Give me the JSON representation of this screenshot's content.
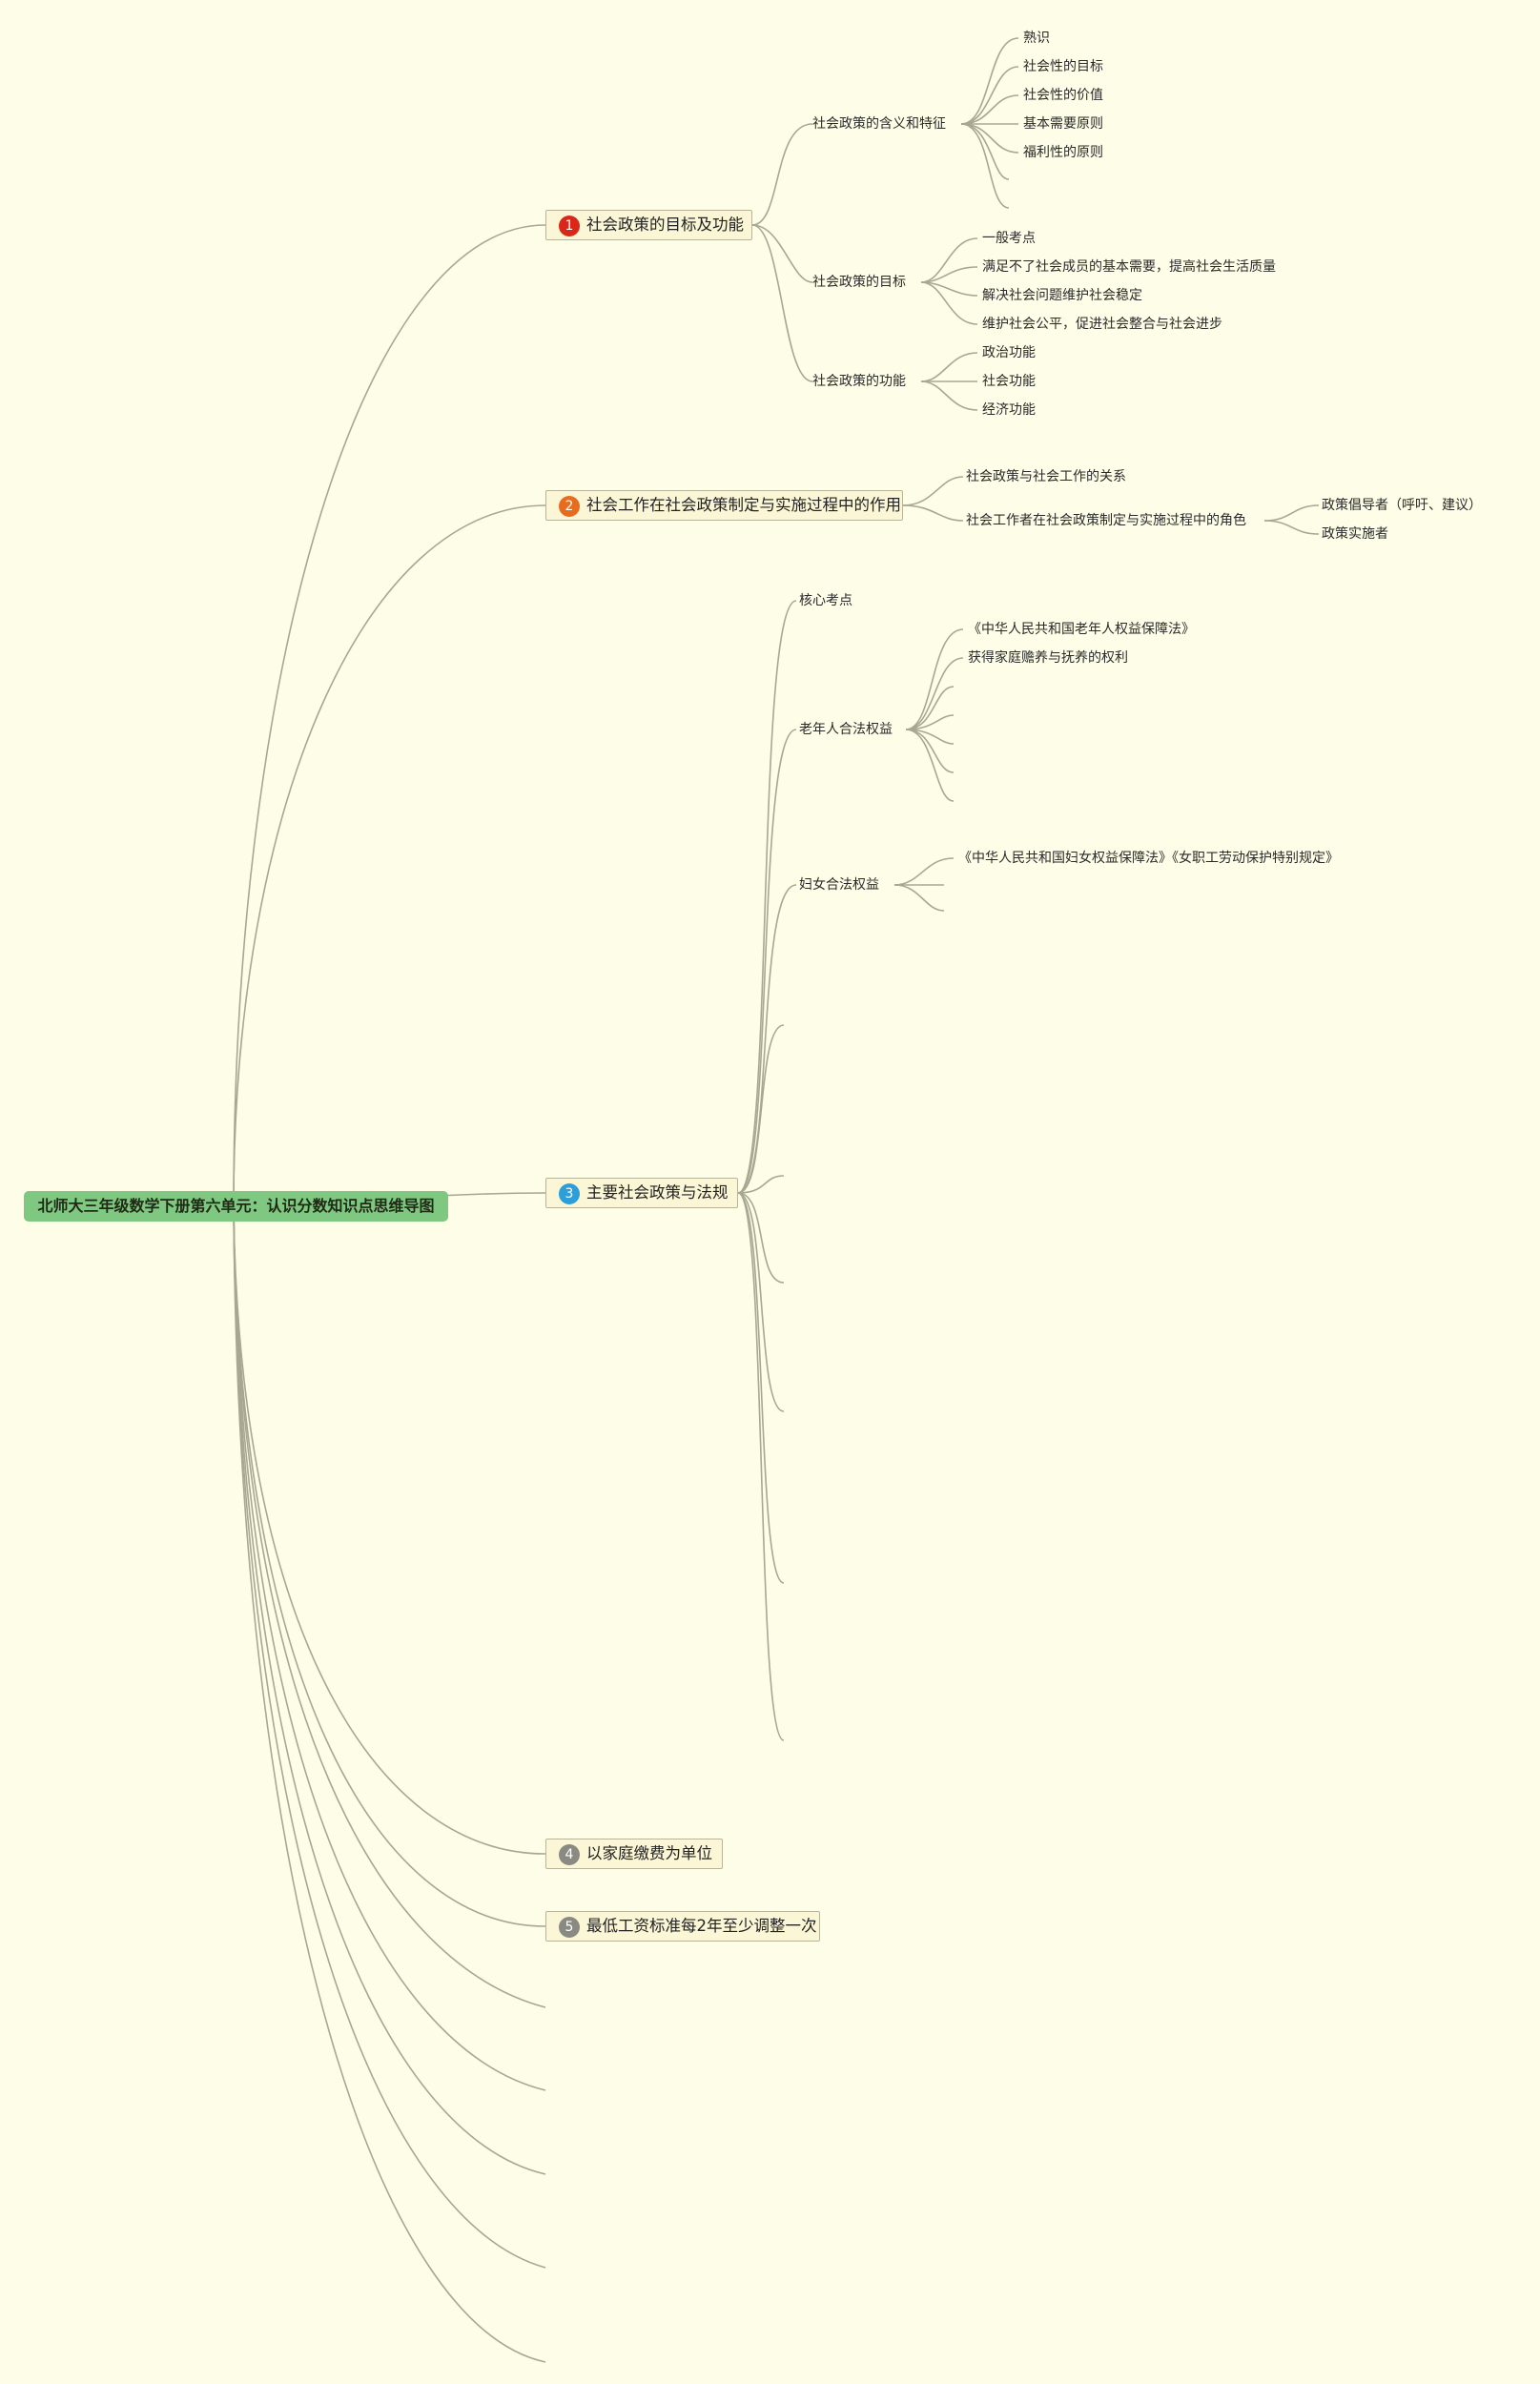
{
  "root": {
    "title": "北师大三年级数学下册第六单元：认识分数知识点思维导图"
  },
  "colors": {
    "n1": "#d9281a",
    "n2": "#e86c1f",
    "n3": "#2d9ed8",
    "n4": "#8a8a82",
    "n5": "#8a8a82"
  },
  "branches": [
    {
      "number": "1",
      "label": "社会政策的目标及功能",
      "children": [
        {
          "label": "社会政策的含义和特征",
          "children": [
            "熟识",
            "社会性的目标",
            "社会性的价值",
            "基本需要原则",
            "福利性的原则"
          ]
        },
        {
          "label": "社会政策的目标",
          "children": [
            "一般考点",
            "满足不了社会成员的基本需要，提高社会生活质量",
            "解决社会问题维护社会稳定",
            "维护社会公平，促进社会整合与社会进步"
          ]
        },
        {
          "label": "社会政策的功能",
          "children": [
            "政治功能",
            "社会功能",
            "经济功能"
          ]
        }
      ]
    },
    {
      "number": "2",
      "label": "社会工作在社会政策制定与实施过程中的作用",
      "children": [
        {
          "label": "社会政策与社会工作的关系"
        },
        {
          "label": "社会工作者在社会政策制定与实施过程中的角色",
          "children": [
            "政策倡导者（呼吁、建议）",
            "政策实施者"
          ]
        }
      ]
    },
    {
      "number": "3",
      "label": "主要社会政策与法规",
      "children": [
        {
          "label": "核心考点"
        },
        {
          "label": "老年人合法权益",
          "children": [
            "《中华人民共和国老年人权益保障法》",
            "获得家庭赡养与抚养的权利"
          ]
        },
        {
          "label": "妇女合法权益",
          "children": [
            "《中华人民共和国妇女权益保障法》《女职工劳动保护特别规定》"
          ]
        }
      ]
    },
    {
      "number": "4",
      "label": "以家庭缴费为单位"
    },
    {
      "number": "5",
      "label": "最低工资标准每2年至少调整一次"
    }
  ]
}
